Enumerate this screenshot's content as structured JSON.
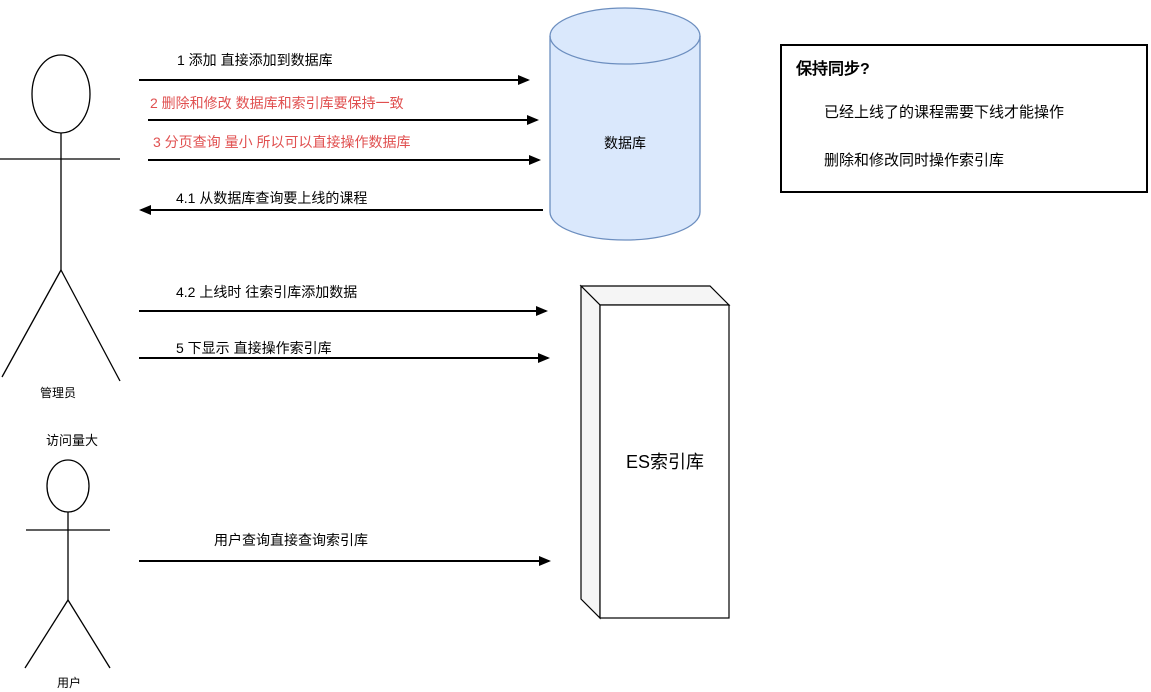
{
  "canvas": {
    "background": "#ffffff"
  },
  "actors": {
    "admin": {
      "label": "管理员"
    },
    "user": {
      "label": "用户",
      "annotation": "访问量大"
    }
  },
  "nodes": {
    "database": {
      "label": "数据库",
      "shape": "cylinder",
      "fill": "#dae8fc",
      "stroke": "#6c8ebf"
    },
    "es_index": {
      "label": "ES索引库",
      "shape": "cube",
      "fill": "#ffffff",
      "side_fill": "#f5f5f5",
      "stroke": "#000000"
    }
  },
  "arrows": [
    {
      "label": "1 添加 直接添加到数据库",
      "color": "#000000",
      "direction": "right",
      "from": "admin",
      "to": "database"
    },
    {
      "label": "2 删除和修改 数据库和索引库要保持一致",
      "color": "#e05050",
      "direction": "right",
      "from": "admin",
      "to": "database"
    },
    {
      "label": "3 分页查询 量小 所以可以直接操作数据库",
      "color": "#e05050",
      "direction": "right",
      "from": "admin",
      "to": "database"
    },
    {
      "label": "4.1 从数据库查询要上线的课程",
      "color": "#000000",
      "direction": "left",
      "from": "database",
      "to": "admin"
    },
    {
      "label": "4.2 上线时 往索引库添加数据",
      "color": "#000000",
      "direction": "right",
      "from": "admin",
      "to": "es_index"
    },
    {
      "label": "5 下显示 直接操作索引库",
      "color": "#000000",
      "direction": "right",
      "from": "admin",
      "to": "es_index"
    },
    {
      "label": "用户查询直接查询索引库",
      "color": "#000000",
      "direction": "right",
      "from": "user",
      "to": "es_index"
    }
  ],
  "note": {
    "title": "保持同步?",
    "lines": [
      "已经上线了的课程需要下线才能操作",
      "删除和修改同时操作索引库"
    ]
  }
}
